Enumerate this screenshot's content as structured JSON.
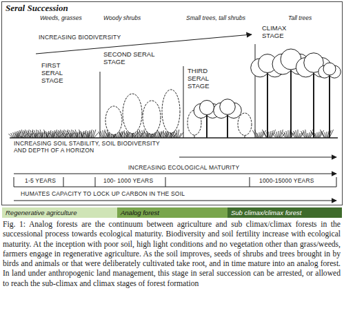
{
  "diagram": {
    "title": "Seral Succession",
    "caption": "Fig. 1: Analog forests are the continuum between agriculture and sub climax/climax forests in the successional process towards ecological maturity. Biodiversity and soil fertility increase with ecological maturity. At the inception with poor soil, high light conditions and no vegetation other than grass/weeds, farmers engage in regenerative agriculture. As the soil improves, seeds of shrubs and trees brought in by birds and animals or that were deliberately cultivated take root, and in time mature into an analog forest. In land under anthropogenic land management, this stage in seral succession can be arrested, or allowed to reach the sub-climax and climax stages of forest formation",
    "nodes": [
      {
        "text": [
          "Regenerative agriculture"
        ]
      },
      {
        "text": [
          "Analog forest"
        ]
      },
      {
        "text": [
          "Sub climax/climax forest"
        ]
      }
    ],
    "labels": [
      "Weeds, grasses",
      "Woody shrubs",
      "Small trees, tall shrubs",
      "Tall trees",
      "INCREASING BIODIVERSITY",
      "CLIMAX STAGE",
      "SECOND SERAL STAGE",
      "FIRST SERAL STAGE",
      "THIRD SERAL STAGE",
      "INCREASING SOIL STABILITY, SOIL BIODIVERSITY AND DEPTH OF A HORIZON",
      "INCREASING ECOLOGICAL MATURITY",
      "1-5 YEARS",
      "100- 1000 YEARS",
      "1000-15000 YEARS",
      "HUMATES CAPACITY TO LOCK UP CARBON IN THE SOIL"
    ]
  }
}
